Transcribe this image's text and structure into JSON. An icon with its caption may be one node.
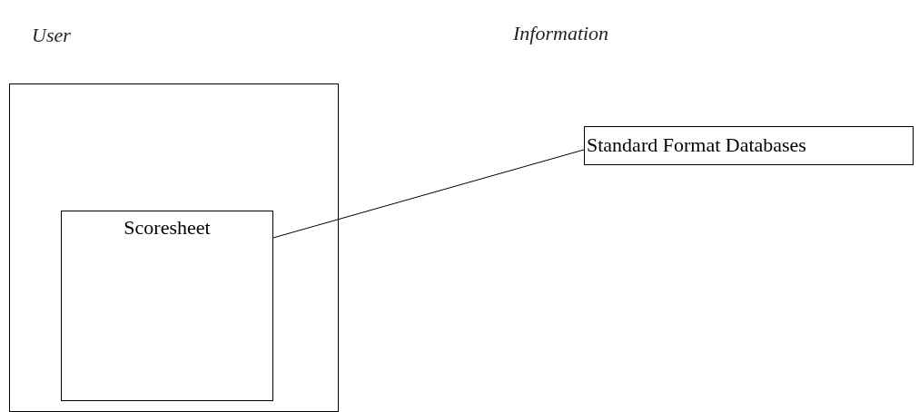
{
  "diagram": {
    "nodes": [
      {
        "text": [],
        "shape": "box"
      },
      {
        "text": [
          "Scoresheet"
        ],
        "in": 0
      },
      {
        "text": [
          "Standard Format Databases"
        ]
      }
    ],
    "edges": [
      {
        "from": 1,
        "to": 2,
        "arrow": "none"
      }
    ],
    "labels": [
      "User",
      "Information"
    ]
  }
}
